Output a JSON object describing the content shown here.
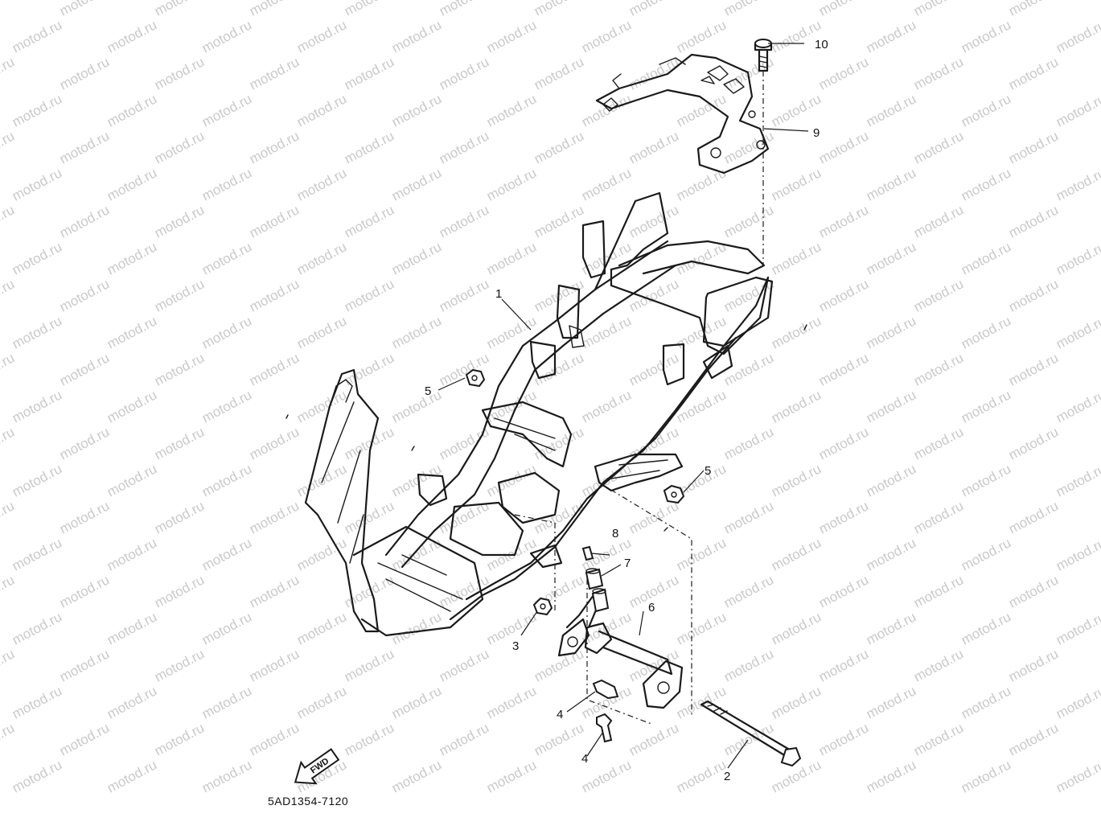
{
  "diagram": {
    "code": "5AD1354-7120",
    "fwd_label": "FWD",
    "watermark_text": "motod.ru",
    "callouts": [
      {
        "id": "c1",
        "label": "1"
      },
      {
        "id": "c2",
        "label": "2"
      },
      {
        "id": "c3",
        "label": "3"
      },
      {
        "id": "c4a",
        "label": "4"
      },
      {
        "id": "c4b",
        "label": "4"
      },
      {
        "id": "c5a",
        "label": "5"
      },
      {
        "id": "c5b",
        "label": "5"
      },
      {
        "id": "c6",
        "label": "6"
      },
      {
        "id": "c7",
        "label": "7"
      },
      {
        "id": "c8",
        "label": "8"
      },
      {
        "id": "c9",
        "label": "9"
      },
      {
        "id": "c10",
        "label": "10"
      }
    ]
  }
}
